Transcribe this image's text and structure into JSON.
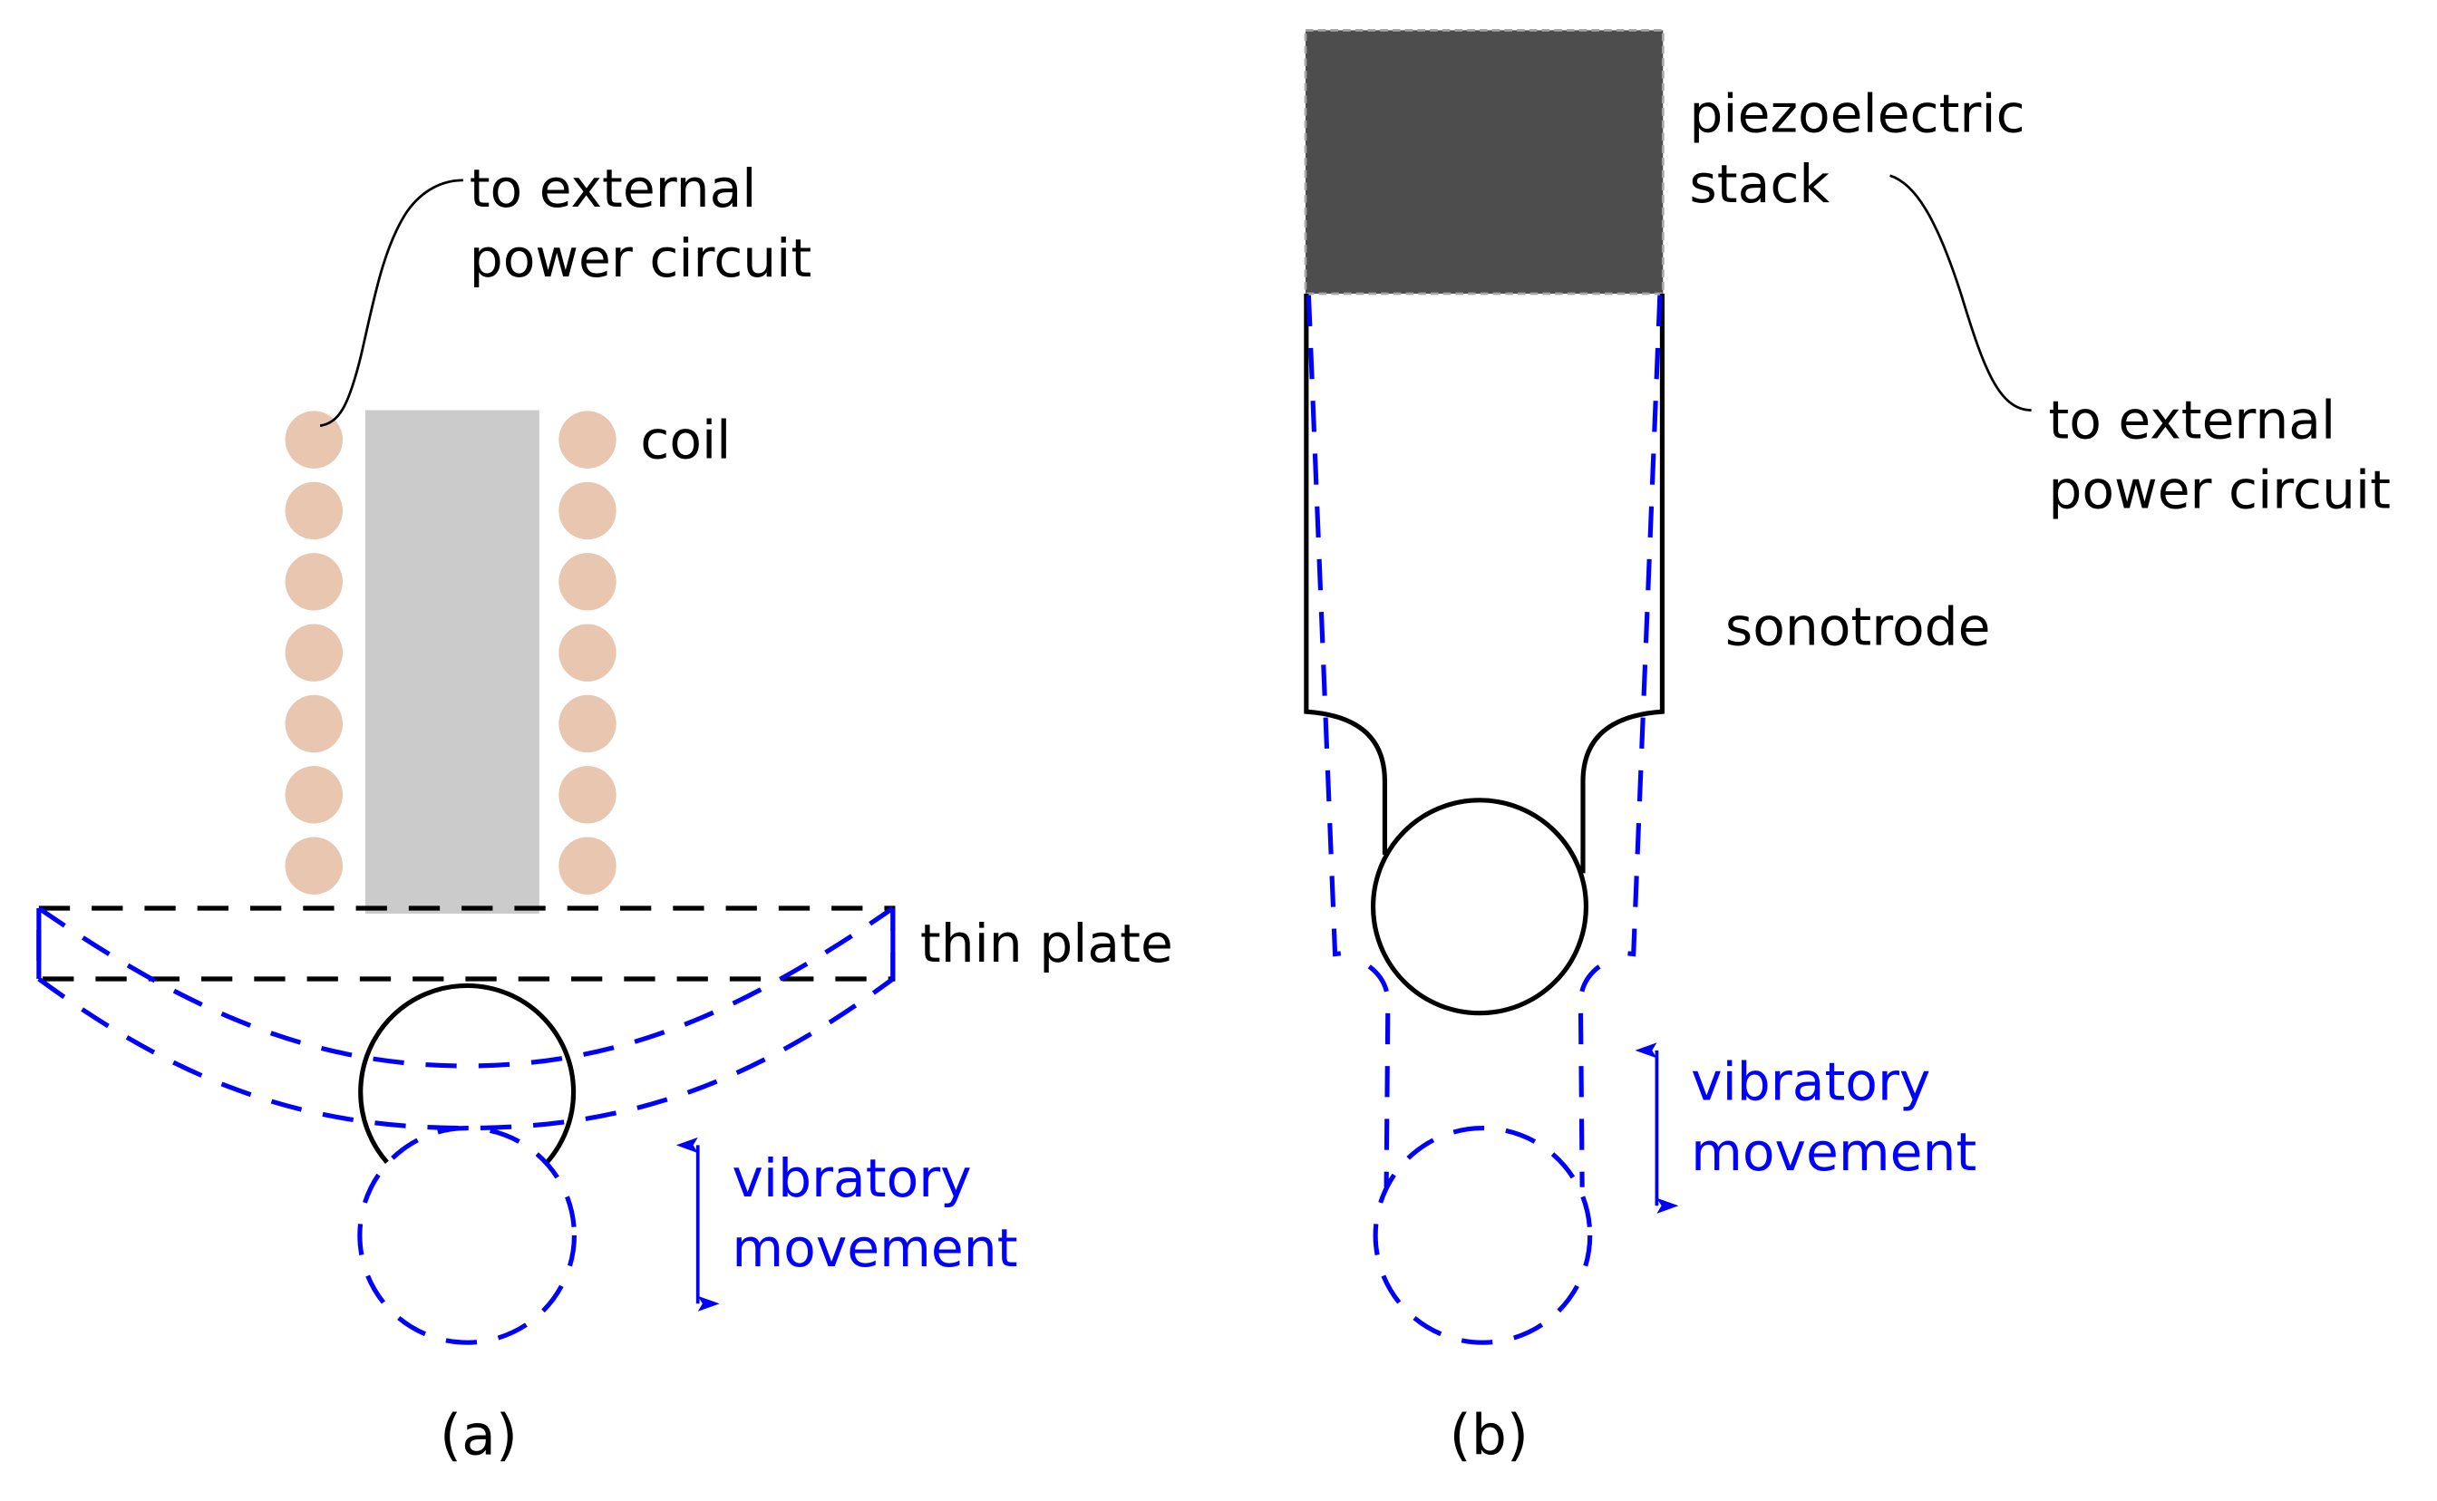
{
  "colors": {
    "coil": "#E8C6B0",
    "core": "#CBCBCB",
    "piezo_fill": "#4D4D4D",
    "piezo_border": "#A6A6A6",
    "outline": "#000000",
    "vibration": "#0000FF",
    "background": "#FFFFFF"
  },
  "panel_a": {
    "caption": "(a)",
    "labels": {
      "power_line1": "to external",
      "power_line2": "power circuit",
      "coil": "coil",
      "thin_plate": "thin plate",
      "vibration_line1": "vibratory",
      "vibration_line2": "movement"
    },
    "coil_turns_per_side": 7,
    "components": [
      "coil",
      "magnetic core",
      "thin plate",
      "droplet/ball",
      "displaced ball (dashed)",
      "bent plate (dashed)"
    ]
  },
  "panel_b": {
    "caption": "(b)",
    "labels": {
      "piezo_line1": "piezoelectric",
      "piezo_line2": "stack",
      "power_line1": "to external",
      "power_line2": "power circuit",
      "sonotrode": "sonotrode",
      "vibration_line1": "vibratory",
      "vibration_line2": "movement"
    },
    "components": [
      "piezoelectric stack",
      "sonotrode",
      "ball",
      "displaced sonotrode (dashed)",
      "displaced ball (dashed)"
    ]
  }
}
